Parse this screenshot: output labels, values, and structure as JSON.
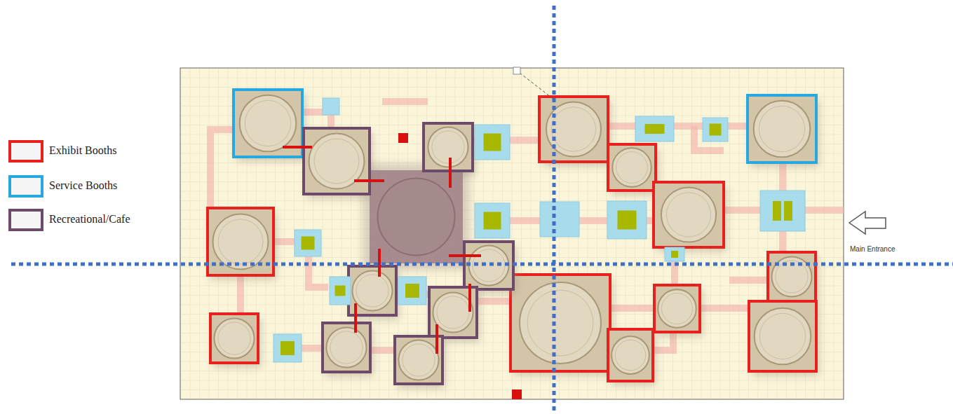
{
  "diagram": {
    "labels": [
      "Main Entrance"
    ],
    "legend": [
      {
        "text": "Exhibit Booths",
        "color": "#e8211f"
      },
      {
        "text": "Service Booths",
        "color": "#29a8e0"
      },
      {
        "text": "Recreational/Cafe",
        "color": "#6e4a6a"
      }
    ]
  }
}
